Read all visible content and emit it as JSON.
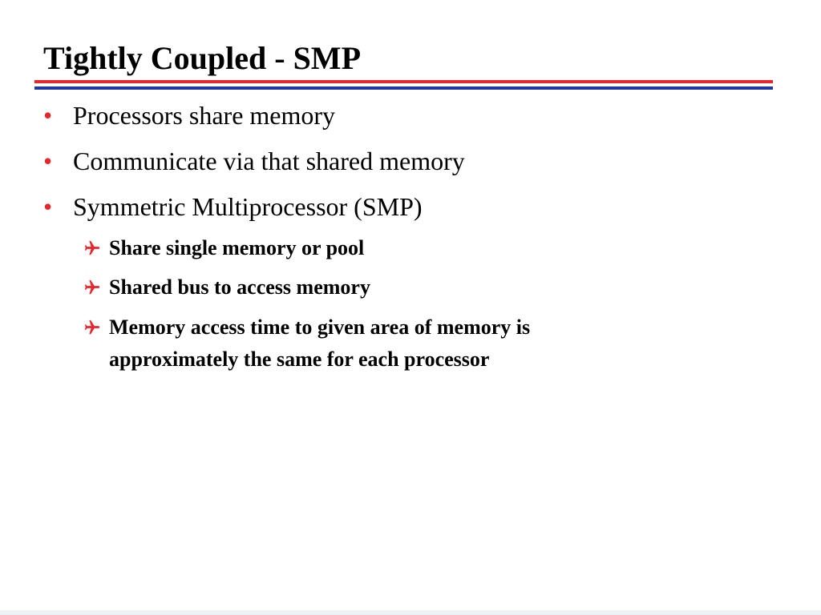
{
  "slide": {
    "title": "Tightly Coupled - SMP",
    "accent_colors": {
      "bullet": "#e8262b",
      "rule_top": "#e8262b",
      "rule_bottom": "#1c37a6"
    },
    "bullets": [
      {
        "marker": "•",
        "text": "Processors share memory"
      },
      {
        "marker": "•",
        "text": "Communicate via that shared memory"
      },
      {
        "marker": "•",
        "text": "Symmetric Multiprocessor (SMP)"
      }
    ],
    "sub_bullets": [
      {
        "icon": "airplane-icon",
        "text": "Share single memory or pool"
      },
      {
        "icon": "airplane-icon",
        "text": "Shared bus to access memory"
      },
      {
        "icon": "airplane-icon",
        "text_line1": "Memory access time to given area of memory is",
        "text_line2": "approximately the same for each processor"
      }
    ]
  }
}
